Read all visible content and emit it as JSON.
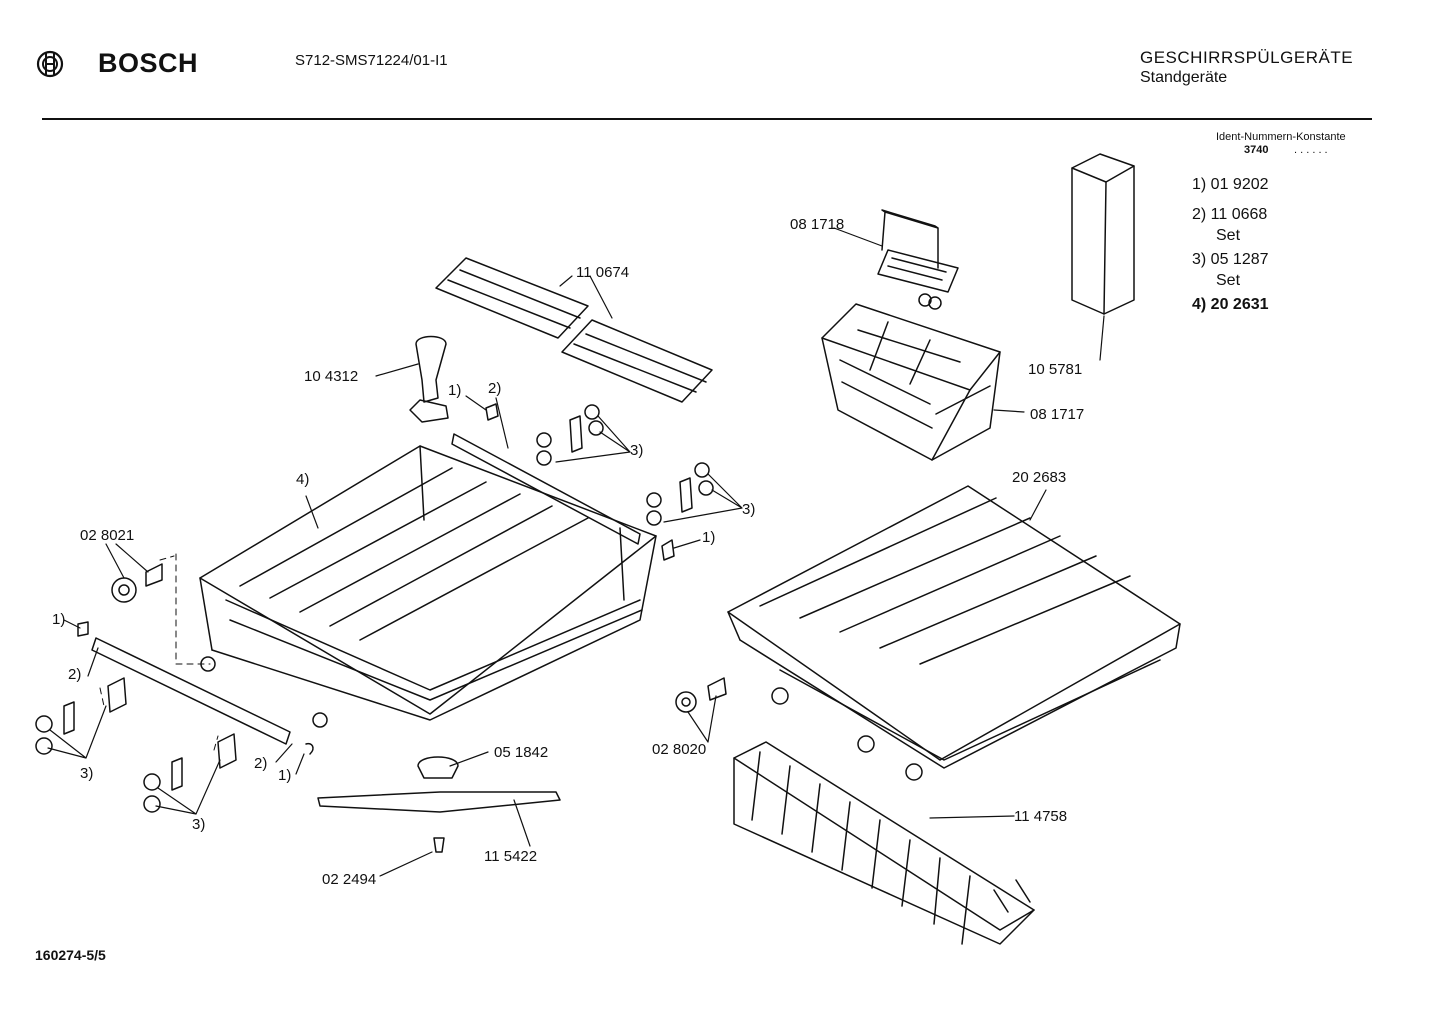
{
  "header": {
    "brand": "BOSCH",
    "model_code": "S712-SMS71224/01-I1",
    "category_title": "GESCHIRRSPÜLGERÄTE",
    "category_subtitle": "Standgeräte"
  },
  "ident": {
    "title": "Ident-Nummern-Konstante",
    "number": "3740",
    "dots": ". .  . . . ."
  },
  "notes": [
    {
      "text": "1) 01 9202"
    },
    {
      "text": "2) 11 0668"
    },
    {
      "text": "Set"
    },
    {
      "text": "3) 05 1287"
    },
    {
      "text": "Set"
    },
    {
      "text": "4) 20 2631"
    }
  ],
  "callouts": [
    {
      "text": "08 1718"
    },
    {
      "text": "11 0674"
    },
    {
      "text": "10 4312"
    },
    {
      "text": "1)"
    },
    {
      "text": "2)"
    },
    {
      "text": "3)"
    },
    {
      "text": "3)"
    },
    {
      "text": "1)"
    },
    {
      "text": "4)"
    },
    {
      "text": "02 8021"
    },
    {
      "text": "1)"
    },
    {
      "text": "2)"
    },
    {
      "text": "3)"
    },
    {
      "text": "3)"
    },
    {
      "text": "2)"
    },
    {
      "text": "1)"
    },
    {
      "text": "05 1842"
    },
    {
      "text": "11 5422"
    },
    {
      "text": "02 2494"
    },
    {
      "text": "10 5781"
    },
    {
      "text": "08 1717"
    },
    {
      "text": "20 2683"
    },
    {
      "text": "02 8020"
    },
    {
      "text": "11 4758"
    }
  ],
  "footer": {
    "doc_ref": "160274-5/5"
  }
}
